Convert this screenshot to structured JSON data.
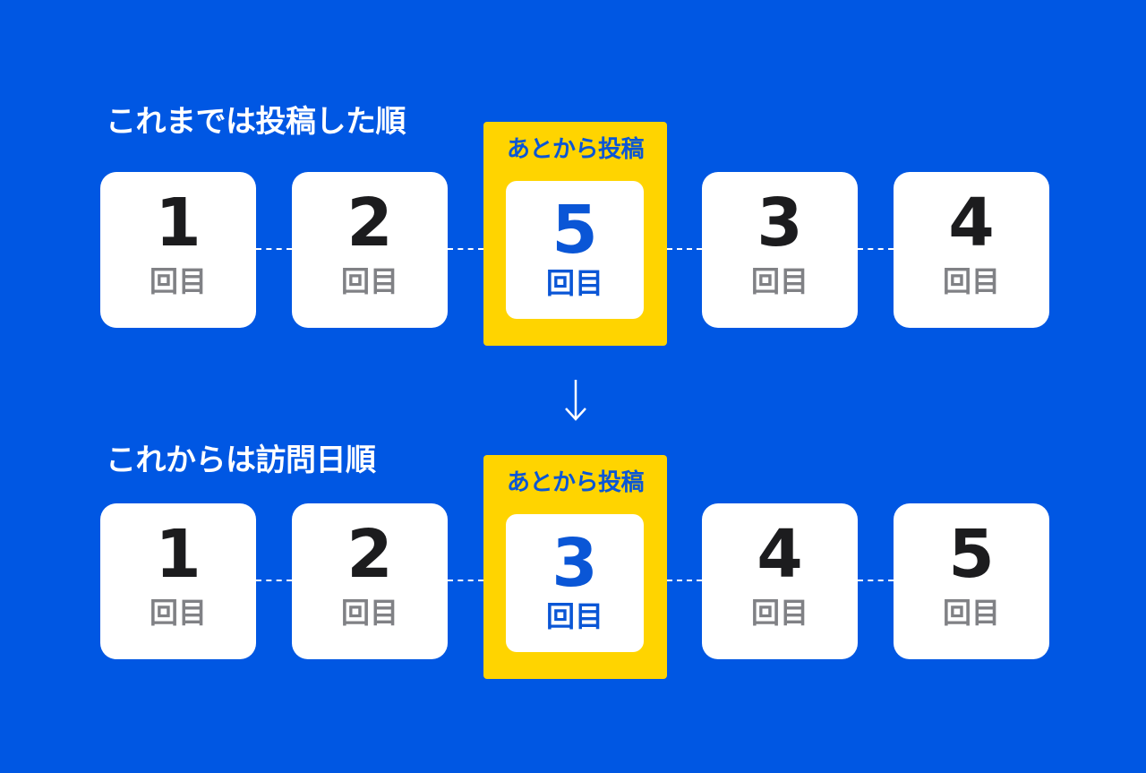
{
  "before": {
    "title": "これまでは投稿した順",
    "highlight_label": "あとから投稿",
    "cards": [
      {
        "number": "1",
        "unit": "回目"
      },
      {
        "number": "2",
        "unit": "回目"
      },
      {
        "number": "5",
        "unit": "回目"
      },
      {
        "number": "3",
        "unit": "回目"
      },
      {
        "number": "4",
        "unit": "回目"
      }
    ]
  },
  "after": {
    "title": "これからは訪問日順",
    "highlight_label": "あとから投稿",
    "cards": [
      {
        "number": "1",
        "unit": "回目"
      },
      {
        "number": "2",
        "unit": "回目"
      },
      {
        "number": "3",
        "unit": "回目"
      },
      {
        "number": "4",
        "unit": "回目"
      },
      {
        "number": "5",
        "unit": "回目"
      }
    ]
  },
  "colors": {
    "background": "#0057e3",
    "highlight": "#ffd400",
    "highlight_text": "#0a56d6",
    "number_text": "#1c1c1e",
    "unit_text": "#808185"
  },
  "icons": {
    "transition": "arrow-down-icon"
  }
}
